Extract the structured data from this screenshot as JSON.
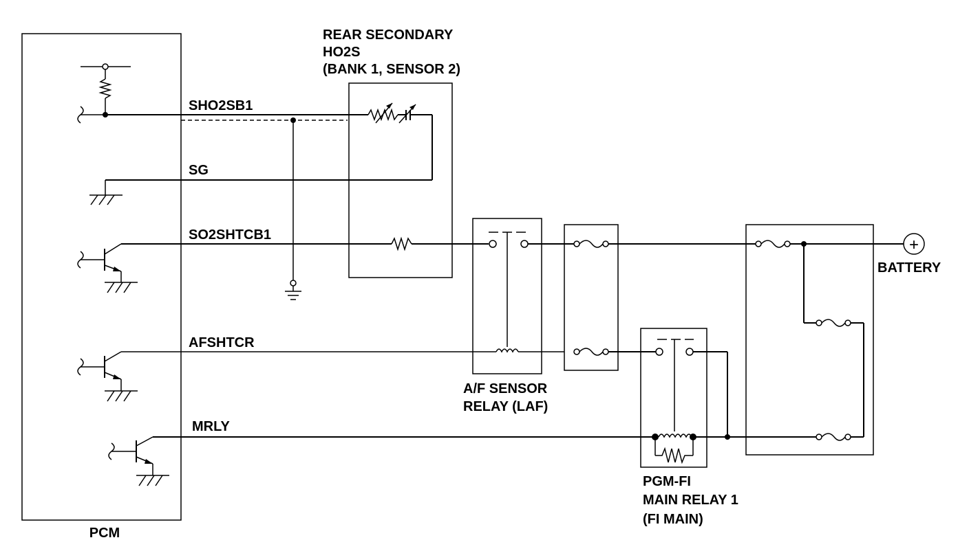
{
  "components": {
    "pcm": "PCM",
    "ho2s": [
      "REAR SECONDARY",
      "HO2S",
      "(BANK 1, SENSOR 2)"
    ],
    "laf_relay": [
      "A/F SENSOR",
      "RELAY (LAF)"
    ],
    "main_relay": [
      "PGM-FI",
      "MAIN RELAY 1",
      "(FI MAIN)"
    ],
    "battery": "BATTERY",
    "battery_symbol": "+"
  },
  "signals": {
    "sho2sb1": "SHO2SB1",
    "sg": "SG",
    "so2shtcb1": "SO2SHTCB1",
    "afshtcr": "AFSHTCR",
    "mrly": "MRLY"
  }
}
